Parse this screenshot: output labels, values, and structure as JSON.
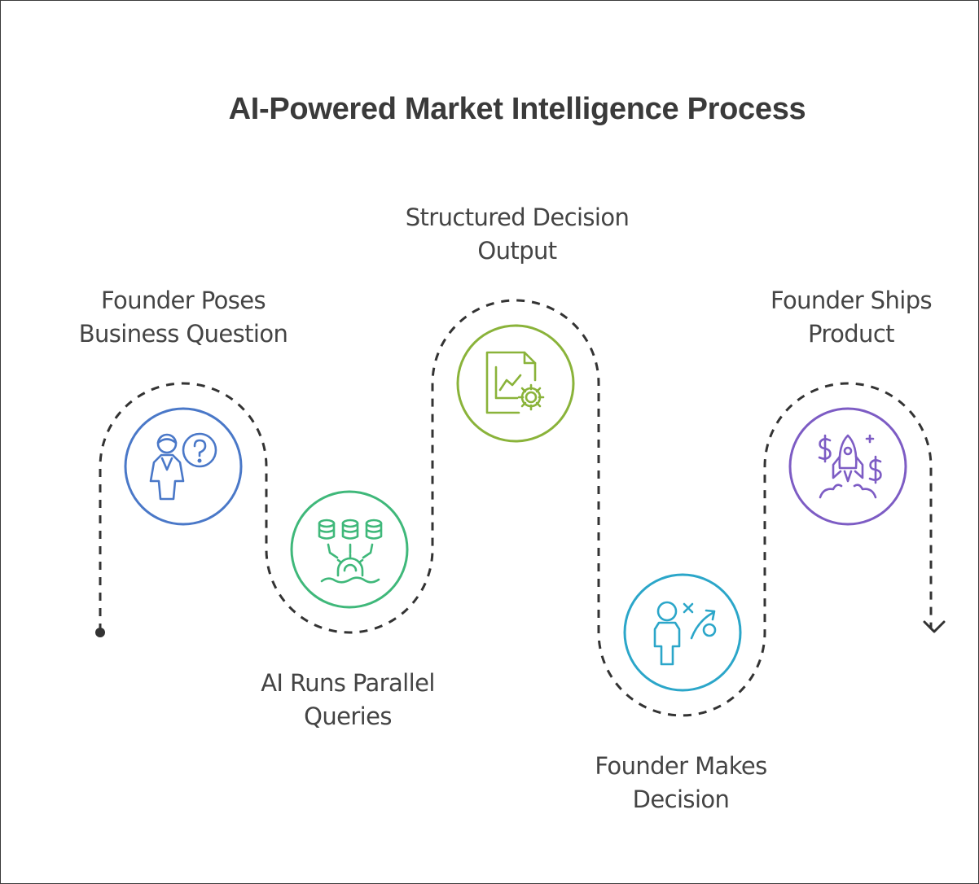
{
  "title": "AI-Powered Market Intelligence Process",
  "steps": [
    {
      "line1": "Founder Poses",
      "line2": "Business Question",
      "color": "#4a78c8",
      "icon": "founder-question-icon"
    },
    {
      "line1": "AI Runs Parallel",
      "line2": "Queries",
      "color": "#3fb87a",
      "icon": "database-gear-icon"
    },
    {
      "line1": "Structured Decision",
      "line2": "Output",
      "color": "#8ab33a",
      "icon": "report-gear-icon"
    },
    {
      "line1": "Founder Makes",
      "line2": "Decision",
      "color": "#2ba6c9",
      "icon": "strategy-person-icon"
    },
    {
      "line1": "Founder Ships",
      "line2": "Product",
      "color": "#7d5cc4",
      "icon": "rocket-dollar-icon"
    }
  ]
}
